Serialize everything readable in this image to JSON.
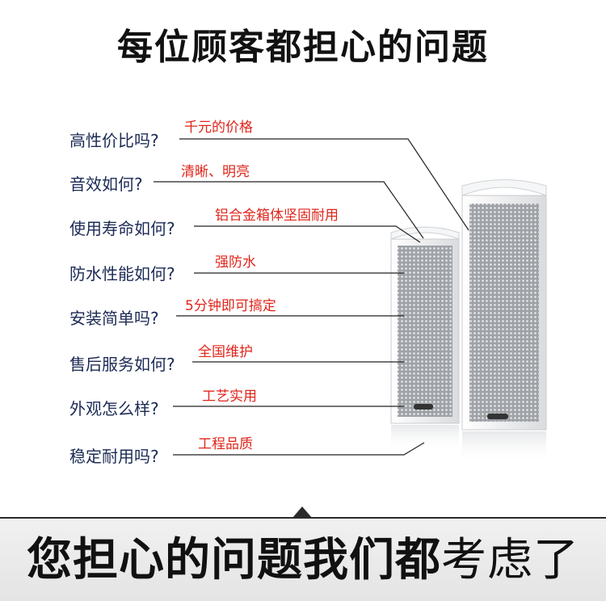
{
  "title": "每位顾客都担心的问题",
  "questions": [
    "高性价比吗?",
    "音效如何?",
    "使用寿命如何?",
    "防水性能如何?",
    "安装简单吗?",
    "售后服务如何?",
    "外观怎么样?",
    "稳定耐用吗?"
  ],
  "answers": [
    "千元的价格",
    "清晰、明亮",
    "铝合金箱体坚固耐用",
    "强防水",
    "5分钟即可搞定",
    "全国维护",
    "工艺实用",
    "工程品质"
  ],
  "bottom": {
    "part1": "您担心",
    "part2": "的问题我们都",
    "part3": "考虑了"
  },
  "colors": {
    "question": "#1b2a55",
    "answer": "#e0251b",
    "title": "#111111"
  }
}
